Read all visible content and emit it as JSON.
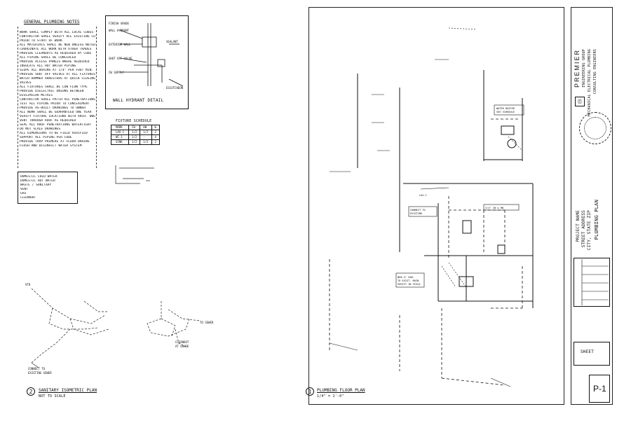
{
  "general_notes": {
    "title": "GENERAL PLUMBING NOTES",
    "lines": [
      "WORK SHALL COMPLY WITH ALL LOCAL CODES",
      "CONTRACTOR SHALL VERIFY ALL EXISTING CONDITIONS",
      "PRIOR TO START OF WORK",
      "ALL MATERIALS SHALL BE NEW UNLESS NOTED",
      "COORDINATE ALL WORK WITH OTHER TRADES",
      "PROVIDE CLEANOUTS AS REQUIRED BY CODE",
      "ALL PIPING SHALL BE CONCEALED",
      "PROVIDE ACCESS PANELS WHERE REQUIRED",
      "INSULATE ALL HOT WATER PIPING",
      "SLOPE ALL DRAINS AT 1/4\" PER FOOT MIN.",
      "PROVIDE SHUT OFF VALVES AT ALL FIXTURES",
      "WATER HAMMER ARRESTORS AT QUICK CLOSING",
      "VALVES",
      "ALL FIXTURES SHALL BE LOW FLOW TYPE",
      "PROVIDE DIELECTRIC UNIONS BETWEEN",
      "DISSIMILAR METALS",
      "CONTRACTOR SHALL PATCH ALL PENETRATIONS",
      "TEST ALL PIPING PRIOR TO CONCEALMENT",
      "PROVIDE AS-BUILT DRAWINGS TO OWNER",
      "ALL WORK SHALL BE GUARANTEED ONE YEAR",
      "VERIFY FIXTURE LOCATIONS WITH ARCH. DWGS",
      "VENT THROUGH ROOF AS REQUIRED",
      "SEAL ALL ROOF PENETRATIONS WATERTIGHT",
      "DO NOT SCALE DRAWINGS",
      "ALL DIMENSIONS TO BE FIELD VERIFIED",
      "SUPPORT ALL PIPING PER CODE",
      "PROVIDE TRAP PRIMERS AT FLOOR DRAINS",
      "FLUSH AND DISINFECT WATER SYSTEM"
    ]
  },
  "legend": {
    "lines": [
      "DOMESTIC COLD WATER",
      "DOMESTIC HOT WATER",
      "WASTE / SANITARY",
      "VENT",
      "GAS",
      "CLEANOUT"
    ]
  },
  "wall_detail": {
    "title": "WALL HYDRANT DETAIL"
  },
  "fixture_schedule": {
    "title": "FIXTURE SCHEDULE",
    "headers": [
      "MARK",
      "CW",
      "HW",
      "W"
    ],
    "rows": [
      [
        "LAV-1",
        "1/2",
        "1/2",
        "2"
      ],
      [
        "WC-1",
        "1/2",
        "-",
        "4"
      ],
      [
        "SINK",
        "1/2",
        "1/2",
        "2"
      ]
    ]
  },
  "drawings": {
    "isometric": {
      "number": "2",
      "title": "SANITARY ISOMETRIC PLAN",
      "scale": "NOT TO SCALE"
    },
    "plan": {
      "number": "1",
      "title": "PLUMBING FLOOR PLAN",
      "scale": "1/4\" = 1'-0\""
    }
  },
  "title_block": {
    "firm_name": "PREMIER",
    "firm_sub": "ENGINEERING GROUP",
    "firm_lines": [
      "MECHANICAL ELECTRICAL PLUMBING",
      "CONSULTING ENGINEERS"
    ],
    "project_lines": [
      "PROJECT NAME",
      "STREET ADDRESS",
      "CITY, STATE ZIP",
      "PLUMBING PLAN"
    ],
    "sheet_label": "SHEET",
    "sheet_number": "P-1"
  },
  "colors": {
    "ink": "#111111",
    "paper": "#ffffff"
  }
}
